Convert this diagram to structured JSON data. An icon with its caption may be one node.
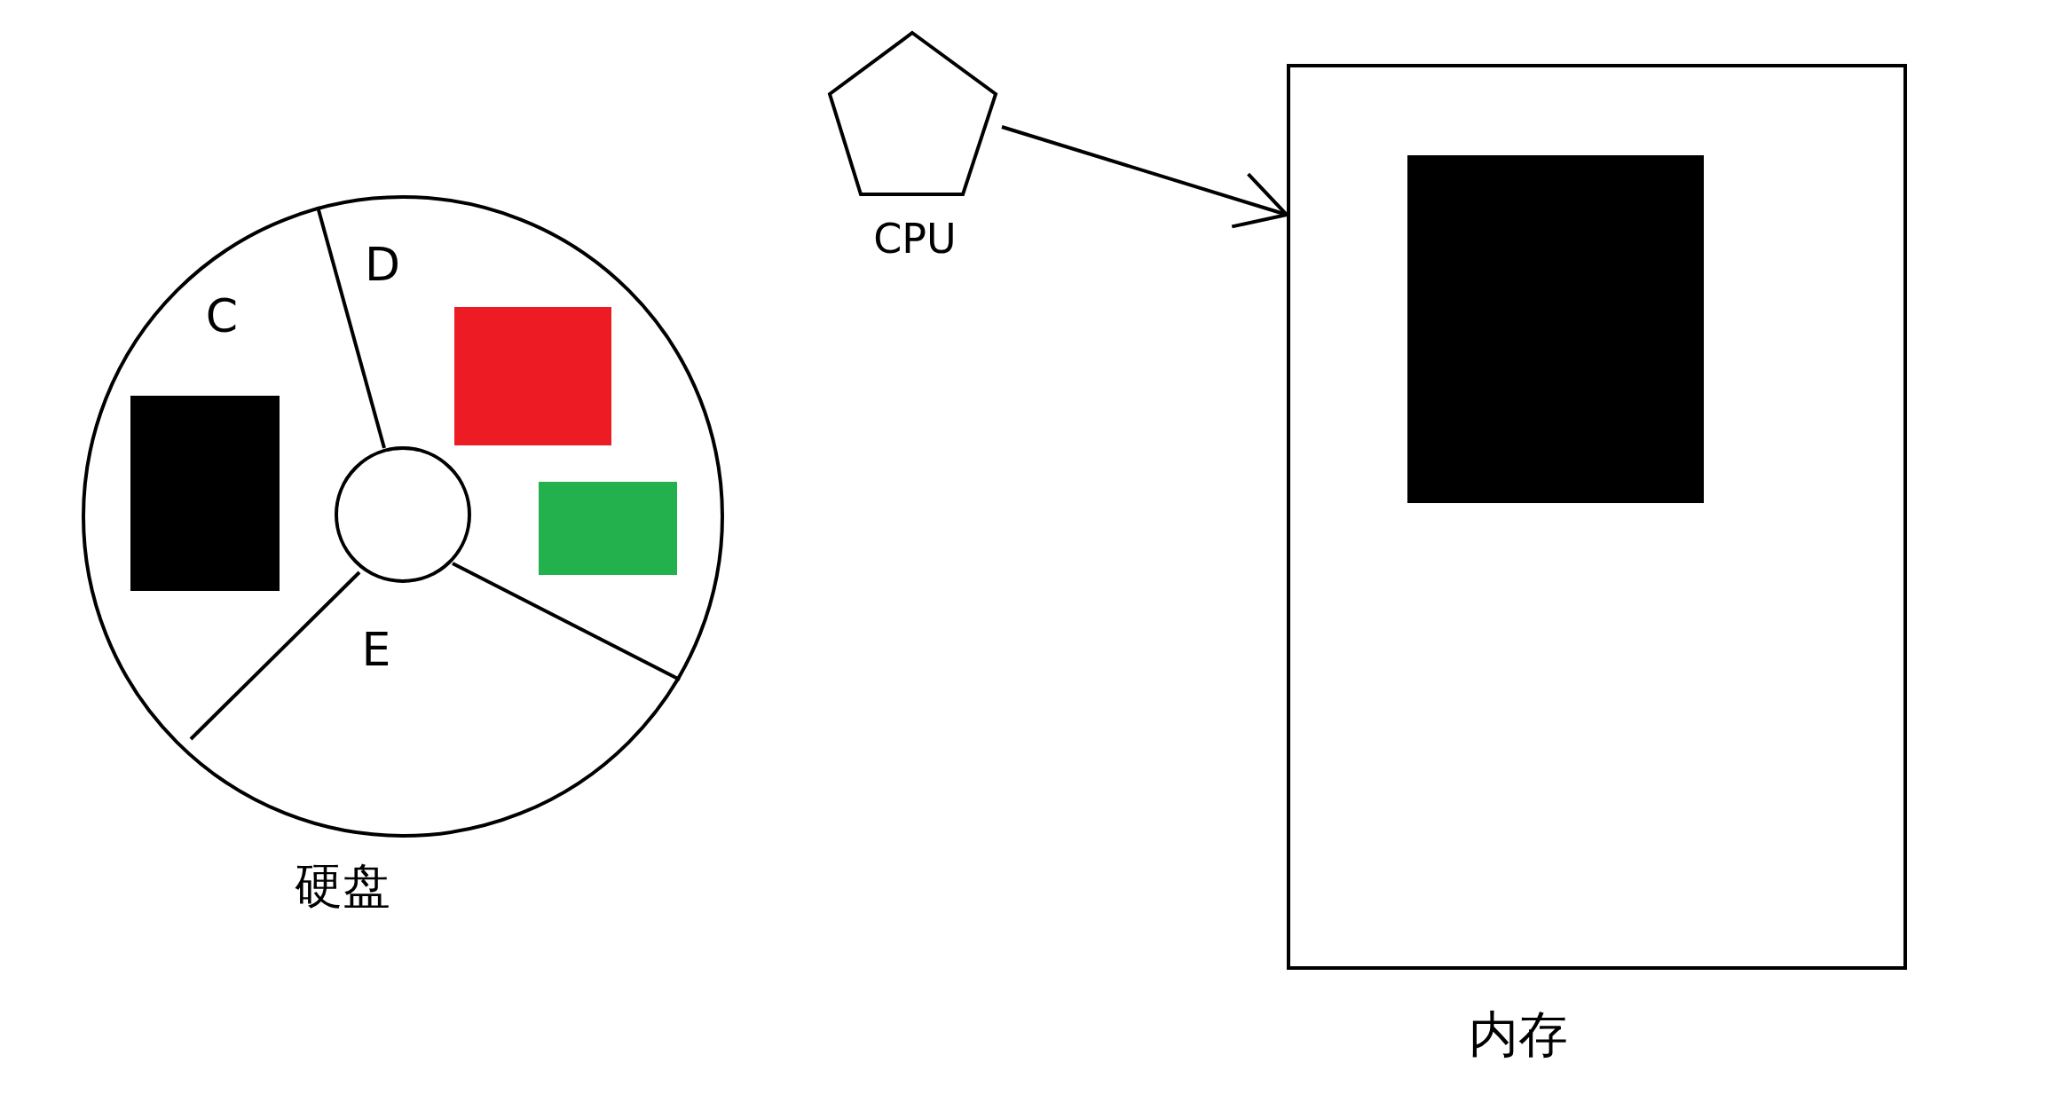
{
  "diagram": {
    "nodes": [
      {
        "text": [
          "硬盘"
        ]
      },
      {
        "text": [],
        "shape": "box",
        "in": 0
      },
      {
        "text": [],
        "shape": "circle",
        "in": 0
      },
      {
        "text": [],
        "shape": "box",
        "in": 0
      },
      {
        "text": [],
        "shape": "box",
        "in": 0
      },
      {
        "text": [
          "CPU"
        ]
      },
      {
        "text": [
          "内存"
        ]
      },
      {
        "text": [],
        "shape": "box",
        "in": 6
      }
    ],
    "edges": [
      {
        "from": 5,
        "to": 6,
        "arrow": "to"
      }
    ],
    "labels": [
      "C",
      "D",
      "E"
    ]
  }
}
